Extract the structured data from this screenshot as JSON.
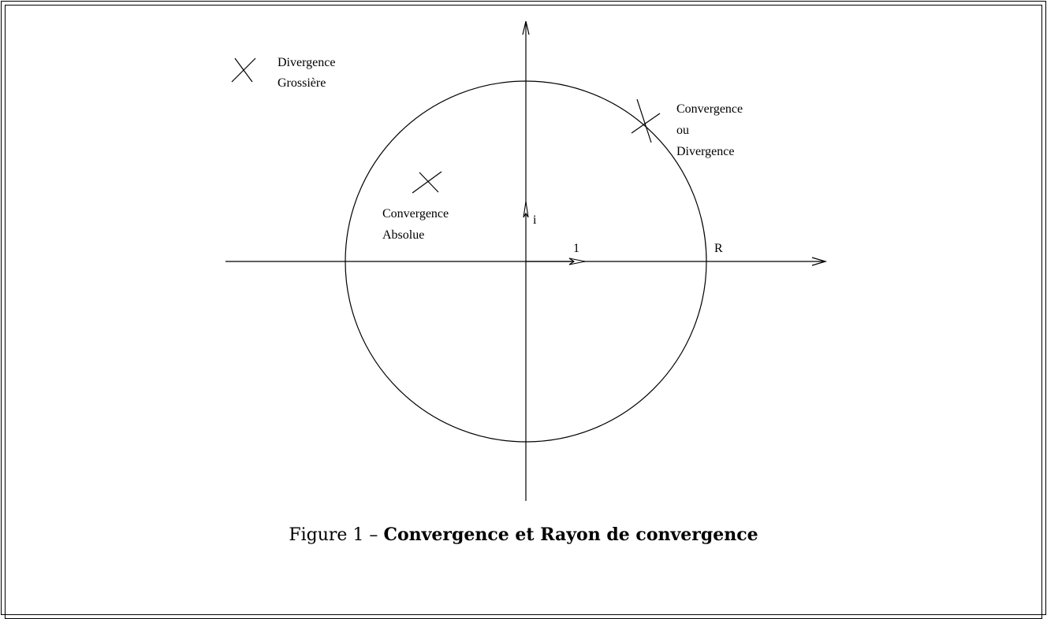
{
  "labels": {
    "divergence_line1": "Divergence",
    "divergence_line2": "Grossière",
    "boundary_line1": "Convergence",
    "boundary_line2": "ou",
    "boundary_line3": "Divergence",
    "absolute_line1": "Convergence",
    "absolute_line2": "Absolue",
    "unit_imag": "i",
    "unit_real": "1",
    "radius": "R"
  },
  "caption": {
    "prefix": "Figure 1 – ",
    "title": "Convergence et Rayon de convergence"
  }
}
